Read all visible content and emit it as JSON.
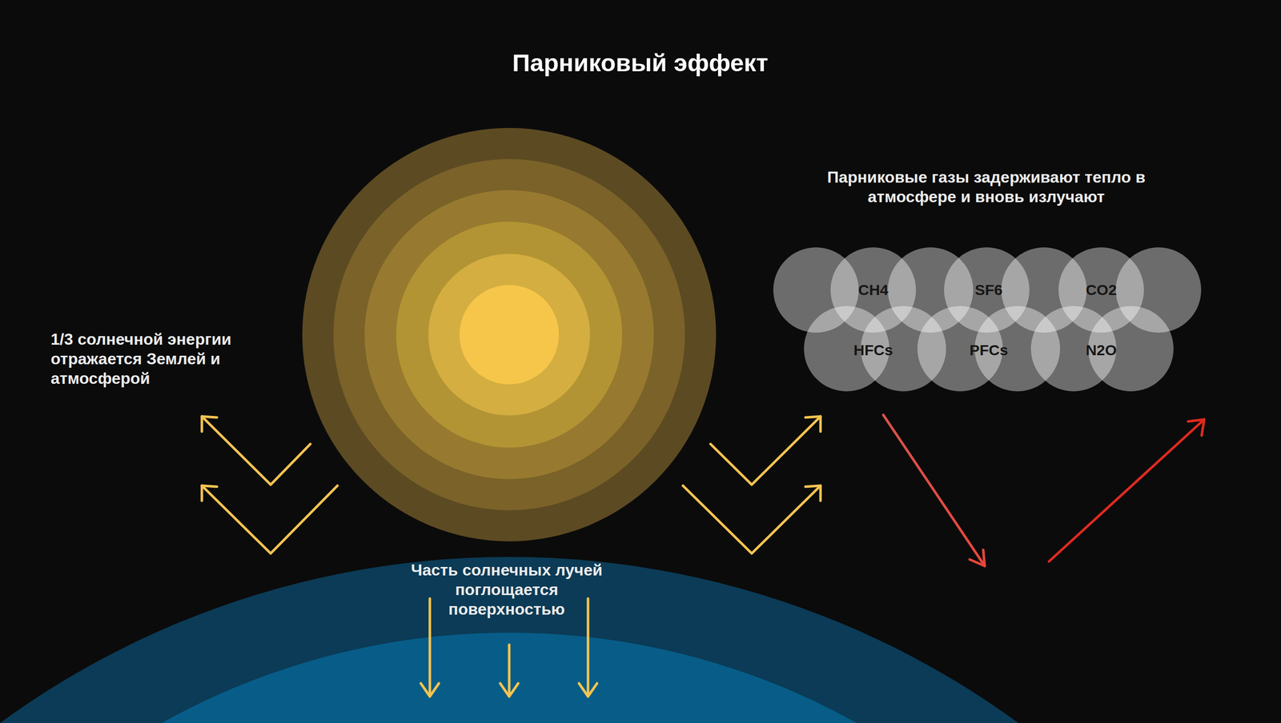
{
  "diagram": {
    "title": "Парниковый эффект",
    "labels": [
      "1/3 солнечной энергии отражается Землей и атмосферой",
      "Парниковые газы задерживают тепло в атмосфере и вновь излучают",
      "CH4",
      "SF6",
      "CO2",
      "HFCs",
      "PFCs",
      "N2O",
      "Часть солнечных лучей поглощается поверхностью"
    ]
  }
}
